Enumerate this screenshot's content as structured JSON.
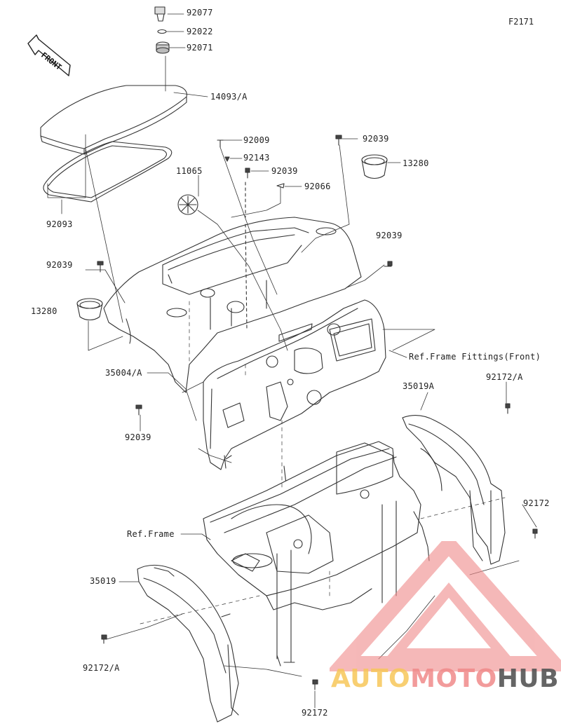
{
  "figure_code": "F2171",
  "front_arrow_text": "FRONT",
  "labels": {
    "p92077": "92077",
    "p92022": "92022",
    "p92071": "92071",
    "p14093A": "14093/A",
    "p92093": "92093",
    "p92009": "92009",
    "p92143": "92143",
    "p92039_top_mid": "92039",
    "p92066": "92066",
    "p11065": "11065",
    "p92039_top_right": "92039",
    "p13280_right": "13280",
    "p92039_right": "92039",
    "p92039_left": "92039",
    "p13280_left": "13280",
    "p35004A": "35004/A",
    "p92039_bottom_left": "92039",
    "ref_frame_fittings": "Ref.Frame Fittings(Front)",
    "p35019A": "35019A",
    "p92172A_right": "92172/A",
    "p92172_right": "92172",
    "ref_frame": "Ref.Frame",
    "p35019": "35019",
    "p92172A_left": "92172/A",
    "p92172_bottom": "92172"
  },
  "watermark": {
    "part1": "AUTO",
    "part2": "MOTO",
    "part3": "HUB",
    "colors": {
      "auto": "#f7c75a",
      "moto": "#f08a8a",
      "hub": "#555555",
      "triangle": "#f08a8a"
    }
  },
  "line_color": "#333333"
}
